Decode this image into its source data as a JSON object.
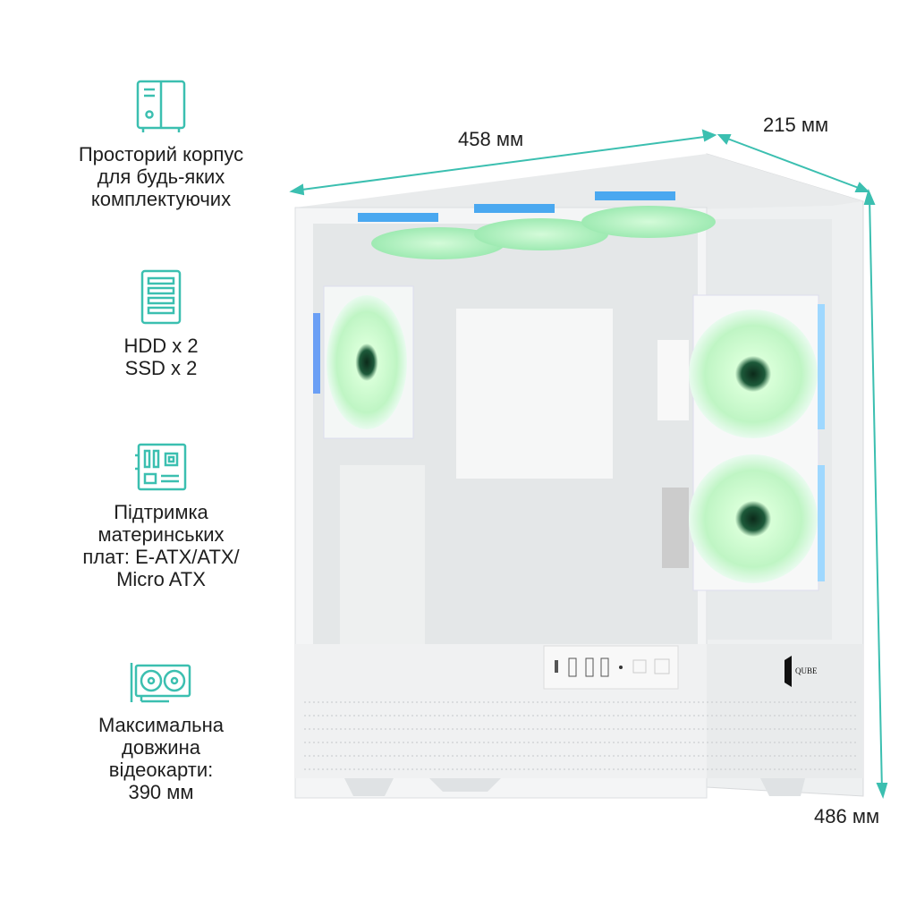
{
  "features": [
    {
      "icon": "pc-case-icon",
      "lines": [
        "Просторий корпус",
        "для будь-яких",
        "комплектуючих"
      ]
    },
    {
      "icon": "drive-bays-icon",
      "lines": [
        "HDD x 2",
        "SSD x 2"
      ]
    },
    {
      "icon": "motherboard-icon",
      "lines": [
        "Підтримка",
        "материнських",
        "плат: E-ATX/ATX/",
        "Micro ATX"
      ]
    },
    {
      "icon": "graphics-card-icon",
      "lines": [
        "Максимальна",
        "довжина",
        "відеокарти:",
        "390 мм"
      ]
    }
  ],
  "dimensions": {
    "width": "458 мм",
    "depth": "215 мм",
    "height": "486 мм"
  },
  "brand": {
    "logo_text": "QUBE"
  },
  "colors": {
    "accent": "#3bbfb0",
    "fan_glow": "#b8f5c0",
    "case": "#f2f3f4"
  }
}
